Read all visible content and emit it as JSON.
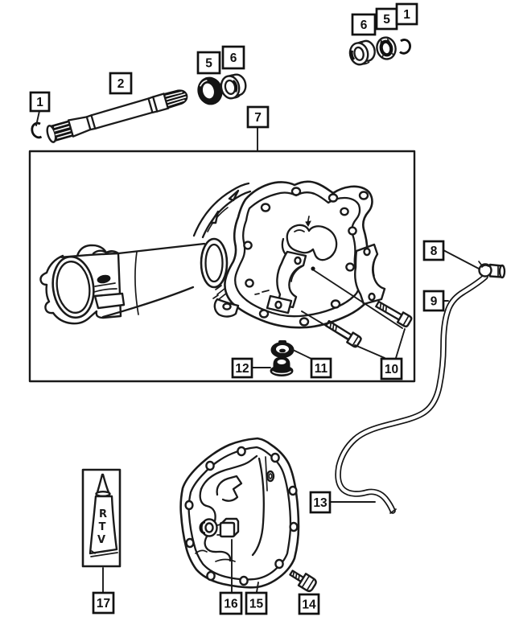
{
  "callouts": [
    {
      "id": "1-left",
      "label": "1"
    },
    {
      "id": "2",
      "label": "2"
    },
    {
      "id": "5-mid",
      "label": "5"
    },
    {
      "id": "6-mid",
      "label": "6"
    },
    {
      "id": "6-right",
      "label": "6"
    },
    {
      "id": "5-right",
      "label": "5"
    },
    {
      "id": "1-right",
      "label": "1"
    },
    {
      "id": "7",
      "label": "7"
    },
    {
      "id": "8",
      "label": "8"
    },
    {
      "id": "9",
      "label": "9"
    },
    {
      "id": "10",
      "label": "10"
    },
    {
      "id": "11",
      "label": "11"
    },
    {
      "id": "12",
      "label": "12"
    },
    {
      "id": "13",
      "label": "13"
    },
    {
      "id": "14",
      "label": "14"
    },
    {
      "id": "15",
      "label": "15"
    },
    {
      "id": "16",
      "label": "16"
    },
    {
      "id": "17",
      "label": "17"
    }
  ],
  "rtv": [
    "R",
    "T",
    "V"
  ],
  "colors": {
    "line": "#1a1a1a",
    "background": "#ffffff"
  }
}
